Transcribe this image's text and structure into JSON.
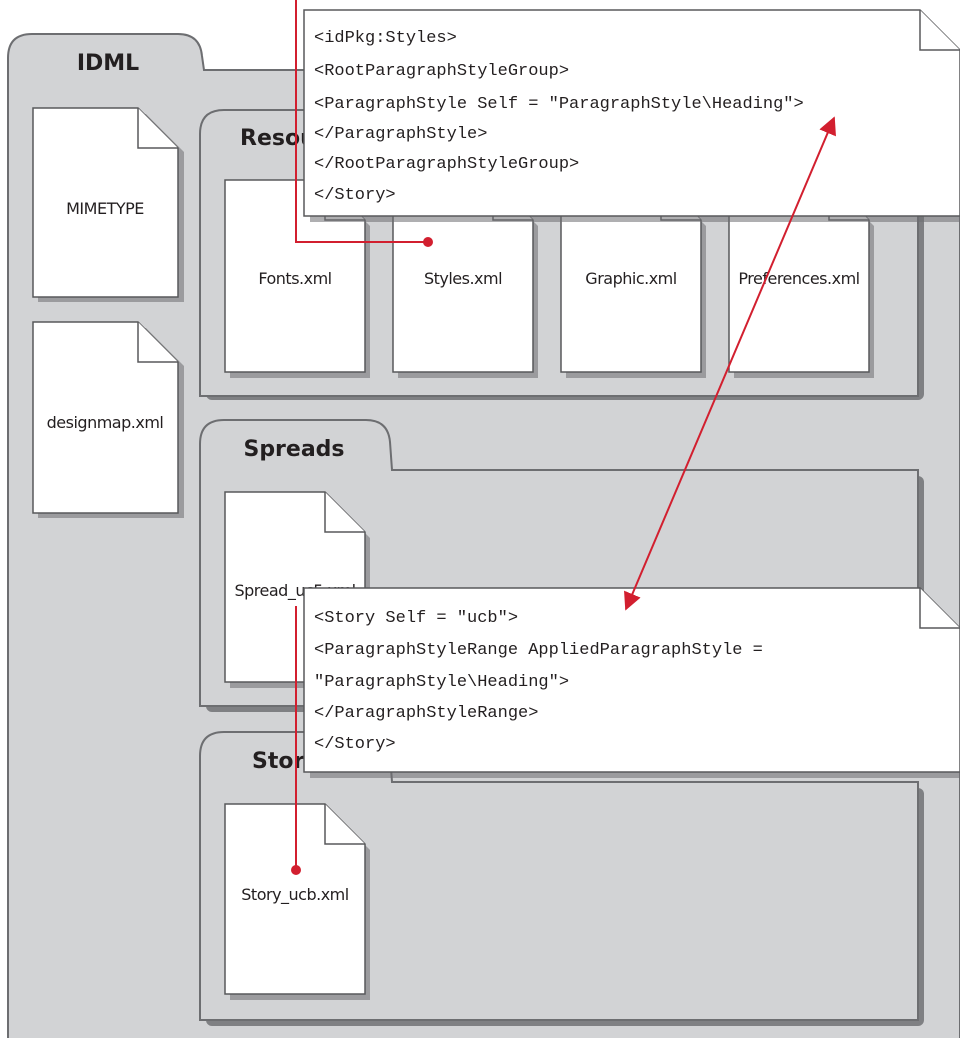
{
  "idml": {
    "title": "IDML"
  },
  "root_files": [
    "MIMETYPE",
    "designmap.xml"
  ],
  "resources": {
    "title": "Resources",
    "files": [
      "Fonts.xml",
      "Styles.xml",
      "Graphic.xml",
      "Preferences.xml"
    ]
  },
  "spreads": {
    "title": "Spreads",
    "files": [
      "Spread_uc5.xml"
    ]
  },
  "stories": {
    "title": "Stories",
    "files": [
      "Story_ucb.xml"
    ]
  },
  "styles_code": {
    "lines": [
      "<idPkg:Styles>",
      "<RootParagraphStyleGroup>",
      "<ParagraphStyle Self = \"ParagraphStyle\\Heading\">",
      "</ParagraphStyle>",
      "</RootParagraphStyleGroup>",
      "</Story>"
    ]
  },
  "story_code": {
    "lines": [
      "<Story Self = \"ucb\">",
      "<ParagraphStyleRange AppliedParagraphStyle =",
      "\"ParagraphStyle\\Heading\">",
      "</ParagraphStyleRange>",
      "</Story>"
    ]
  },
  "colors": {
    "folder": "#d2d3d5",
    "folder_stroke": "#6d6e71",
    "connector": "#d21f2f"
  }
}
